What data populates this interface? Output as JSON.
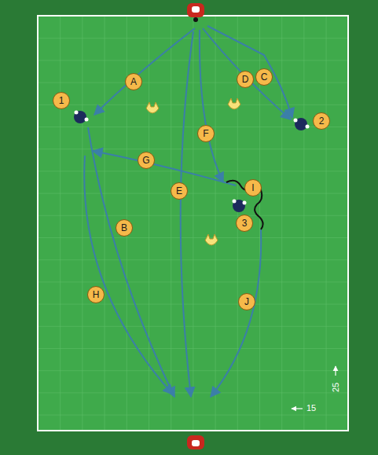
{
  "diagram": {
    "nodes": [
      {
        "text": [
          "A"
        ]
      },
      {
        "text": [
          "D"
        ]
      },
      {
        "text": [
          "C"
        ]
      },
      {
        "text": [
          "1"
        ]
      },
      {
        "text": [
          "2"
        ]
      },
      {
        "text": [
          "F"
        ]
      },
      {
        "text": [
          "G"
        ]
      },
      {
        "text": [
          "E"
        ]
      },
      {
        "text": [
          "I"
        ]
      },
      {
        "text": [
          "3"
        ]
      },
      {
        "text": [
          "B"
        ]
      },
      {
        "text": [
          "H"
        ]
      },
      {
        "text": [
          "J"
        ]
      }
    ],
    "labels": [
      "25",
      "15"
    ]
  }
}
